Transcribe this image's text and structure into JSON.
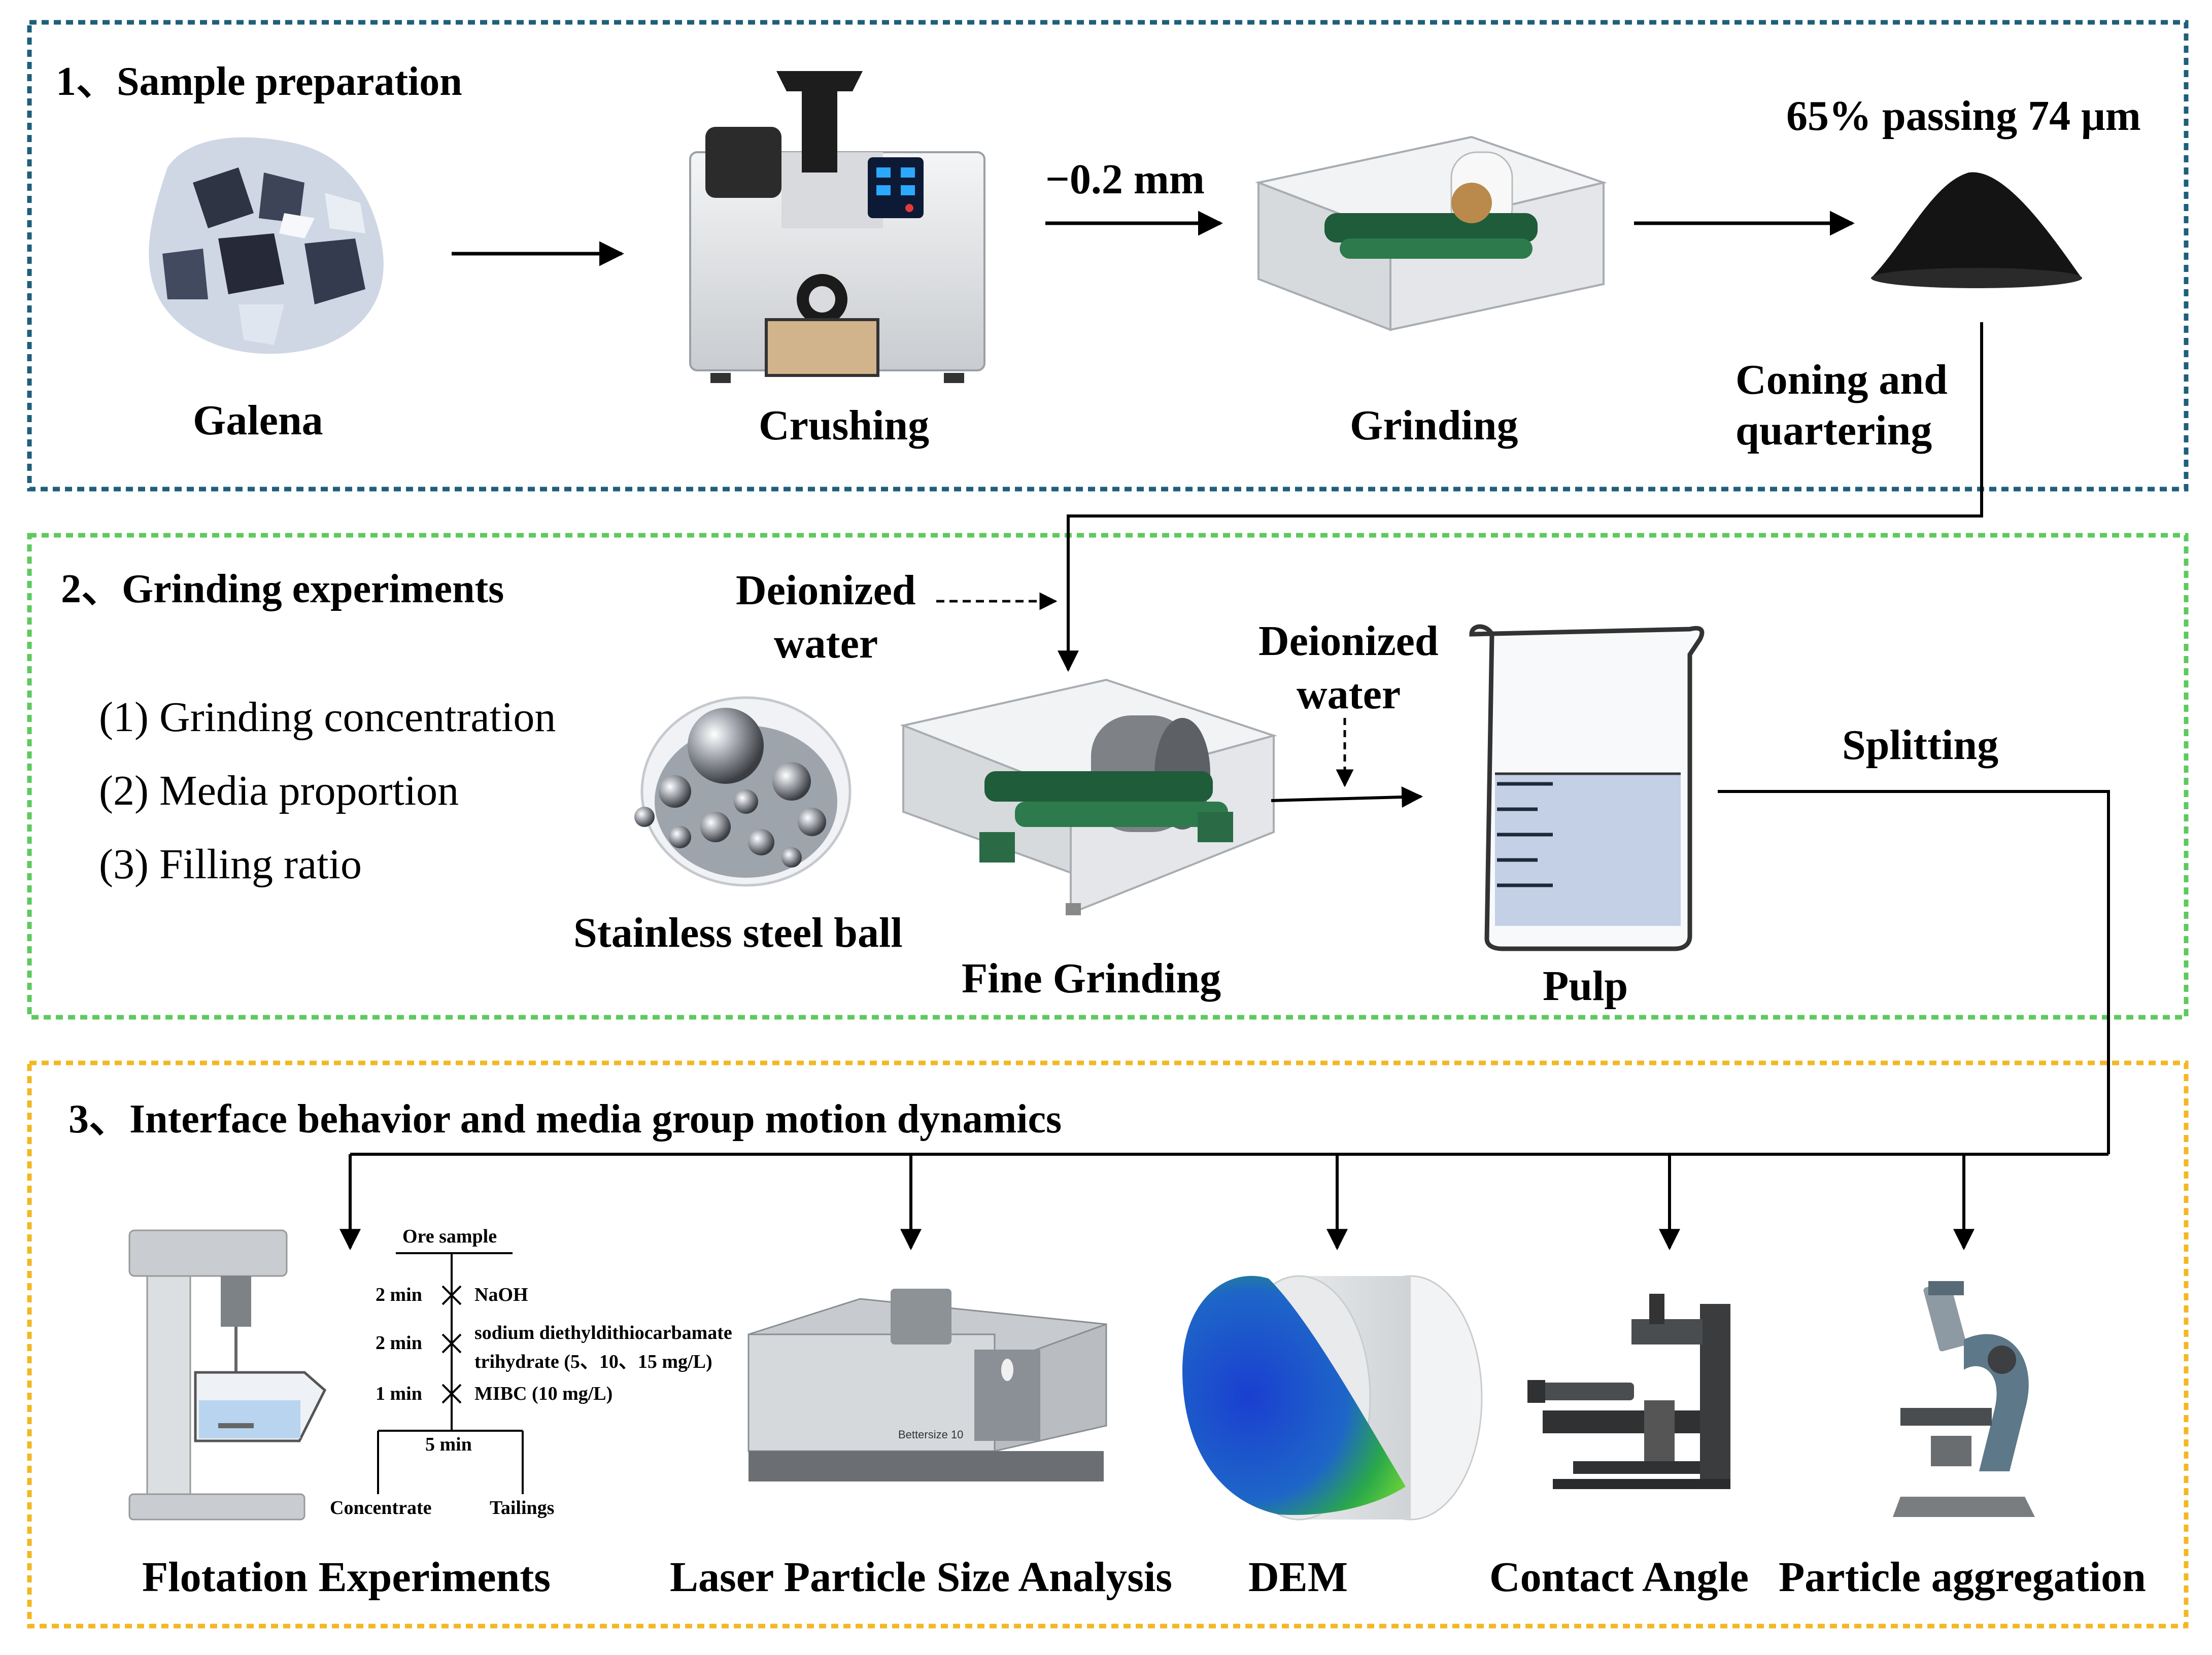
{
  "sections": {
    "s1": {
      "title": "1、Sample preparation",
      "color": "#1f5f7a"
    },
    "s2": {
      "title": "2、Grinding experiments",
      "color": "#5ec95e"
    },
    "s3": {
      "title": "3、Interface behavior and media group motion dynamics",
      "color": "#f2b824"
    }
  },
  "stage1": {
    "galena": "Galena",
    "crushing": "Crushing",
    "size_label": "−0.2 mm",
    "grinding": "Grinding",
    "passing": "65% passing 74 μm",
    "coning_1": "Coning and",
    "coning_2": "quartering"
  },
  "stage2": {
    "items": [
      "(1)  Grinding concentration",
      "(2)  Media proportion",
      "(3)  Filling ratio"
    ],
    "water_a_1": "Deionized",
    "water_a_2": "water",
    "water_b_1": "Deionized",
    "water_b_2": "water",
    "balls": "Stainless steel ball",
    "fine_grinding": "Fine Grinding",
    "pulp": "Pulp",
    "splitting": "Splitting"
  },
  "flotation_scheme": {
    "ore": "Ore sample",
    "t1": "2 min",
    "r1": "NaOH",
    "t2": "2 min",
    "r2a": "sodium diethyldithiocarbamate",
    "r2b": "trihydrate (5、10、15 mg/L)",
    "t3": "1 min",
    "r3": "MIBC (10 mg/L)",
    "t4": "5 min",
    "concentrate": "Concentrate",
    "tailings": "Tailings"
  },
  "instrument": {
    "logo": "Bettersize 10"
  },
  "stage3": {
    "flotation": "Flotation Experiments",
    "laser": "Laser Particle Size Analysis",
    "dem": "DEM",
    "contact": "Contact Angle",
    "aggregation": "Particle aggregation"
  }
}
